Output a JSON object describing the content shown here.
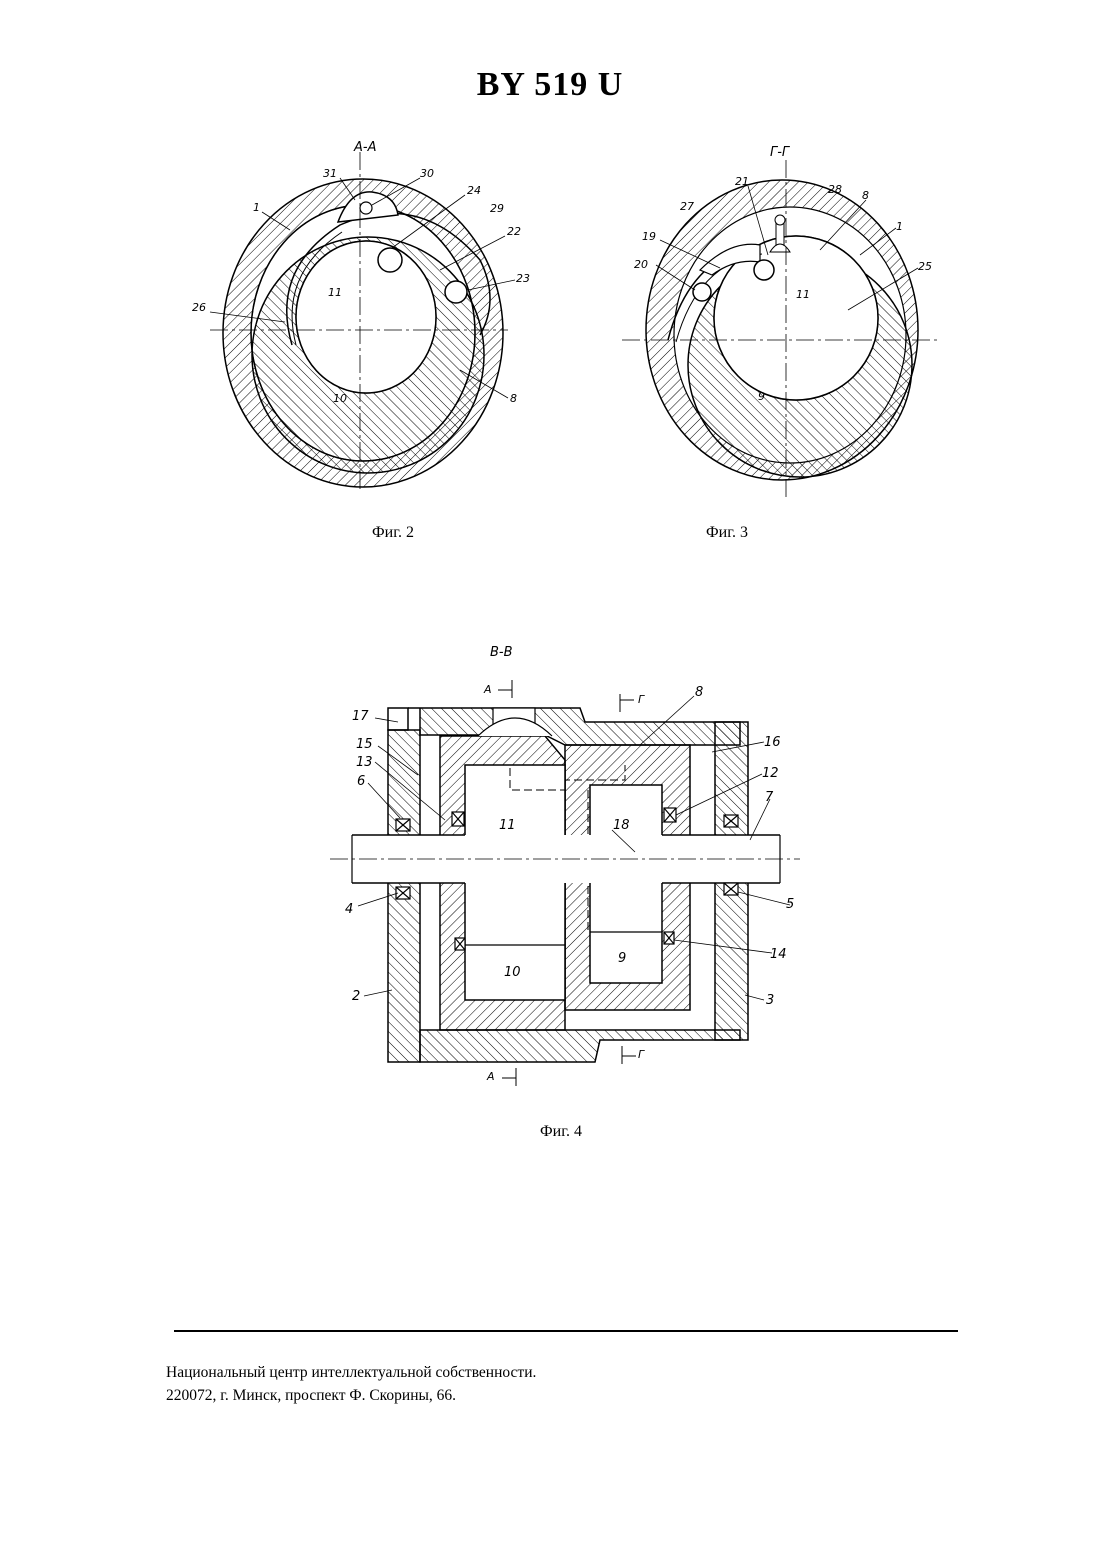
{
  "document": {
    "title": "BY 519 U"
  },
  "figures": [
    {
      "id": "fig2",
      "caption": "Фиг. 2",
      "section_label": "А-А",
      "labels": [
        "31",
        "30",
        "24",
        "29",
        "1",
        "22",
        "23",
        "11",
        "26",
        "10",
        "8"
      ]
    },
    {
      "id": "fig3",
      "caption": "Фиг. 3",
      "section_label": "Г-Г",
      "labels": [
        "21",
        "28",
        "8",
        "27",
        "1",
        "19",
        "25",
        "20",
        "11",
        "9"
      ]
    },
    {
      "id": "fig4",
      "caption": "Фиг. 4",
      "section_label": "В-В",
      "cut_marks": [
        "А",
        "Г",
        "А",
        "Г"
      ],
      "labels": [
        "17",
        "15",
        "13",
        "6",
        "8",
        "16",
        "12",
        "7",
        "11",
        "18",
        "4",
        "5",
        "10",
        "9",
        "14",
        "2",
        "3"
      ]
    }
  ],
  "footer": {
    "line1": "Национальный центр интеллектуальной собственности.",
    "line2": "220072, г. Минск, проспект Ф. Скорины, 66."
  }
}
